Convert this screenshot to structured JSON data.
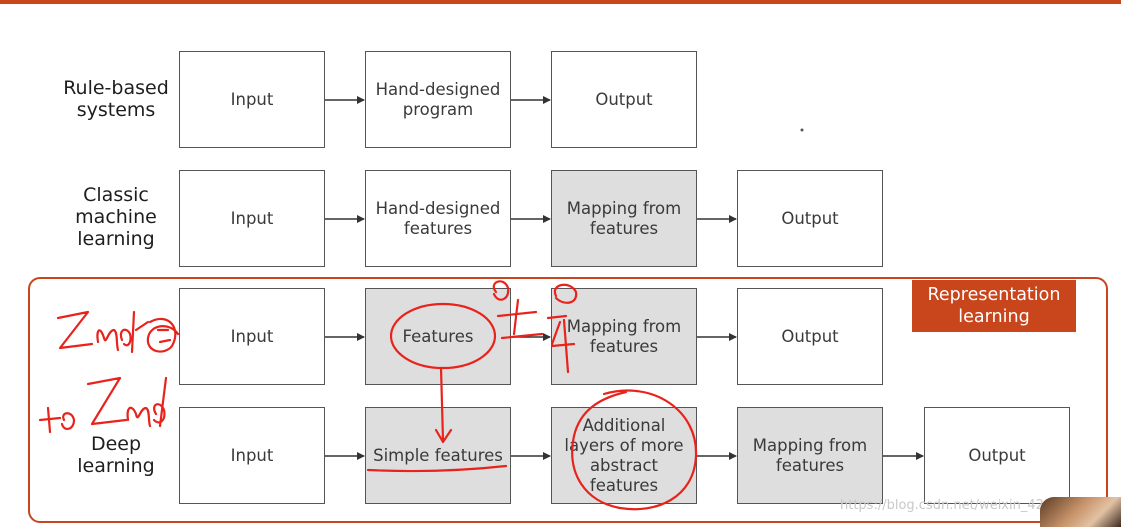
{
  "rows": [
    {
      "label": "Rule-based\nsystems",
      "boxes": [
        "Input",
        "Hand-designed\nprogram",
        "Output"
      ]
    },
    {
      "label": "Classic\nmachine\nlearning",
      "boxes": [
        "Input",
        "Hand-designed\nfeatures",
        "Mapping from\nfeatures",
        "Output"
      ]
    },
    {
      "label": "",
      "boxes": [
        "Input",
        "Features",
        "Mapping from\nfeatures",
        "Output"
      ]
    },
    {
      "label": "Deep\nlearning",
      "boxes": [
        "Input",
        "Simple features",
        "Additional\nlayers of more\nabstract\nfeatures",
        "Mapping from\nfeatures",
        "Output"
      ]
    }
  ],
  "badge": "Representation\nlearning",
  "watermark": "https://blog.csdn.net/weixin_42989738",
  "colors": {
    "accent": "#c9451b",
    "shaded_box": "#dedede",
    "annotation": "#e8231c"
  }
}
